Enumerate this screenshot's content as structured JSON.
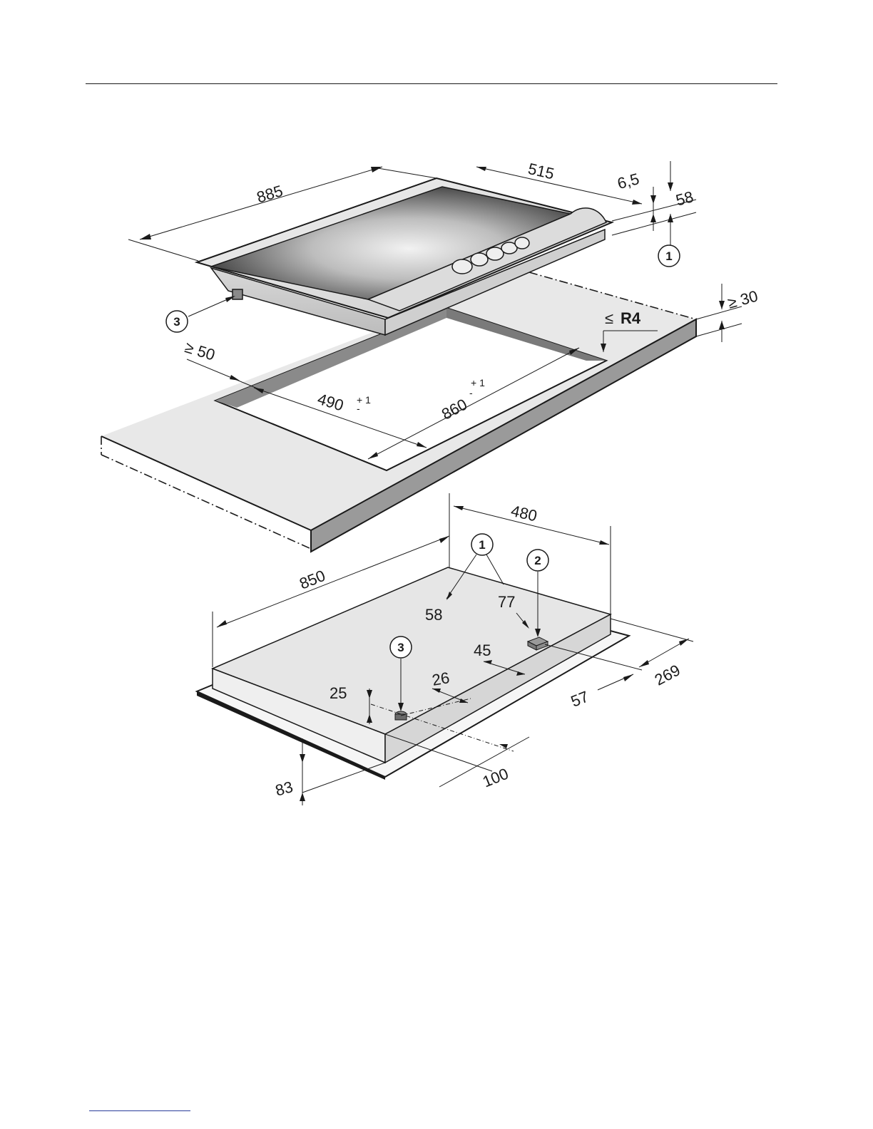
{
  "hob": {
    "dims": {
      "width": "885",
      "depth": "515",
      "rim": "6,5",
      "height": "58"
    },
    "callout": "1",
    "foot_callout": "3"
  },
  "worktop": {
    "min_edge": "≥ 50",
    "cutout_depth": "490",
    "cutout_depth_tol": "+ 1",
    "cutout_depth_tol_minus": "-",
    "cutout_width": "860",
    "cutout_width_tol": "+ 1",
    "cutout_width_tol_minus": "-",
    "corner_radius_prefix": "≤",
    "corner_radius": "R4",
    "min_thickness": "≥ 30"
  },
  "underside": {
    "dims": {
      "width": "850",
      "depth": "480",
      "conn1_a": "58",
      "conn1_b": "77",
      "d45": "45",
      "d26": "26",
      "d25": "25",
      "d83": "83",
      "d100": "100",
      "d57": "57",
      "d269": "269"
    },
    "callouts": [
      "1",
      "2",
      "3"
    ]
  },
  "colors": {
    "line": "#1a1a1a",
    "surface": "#e8e8e8",
    "glass_dark": "#3a3a3a",
    "glass_light": "#e6e6e6",
    "footer_rule": "#2a3c9a"
  }
}
